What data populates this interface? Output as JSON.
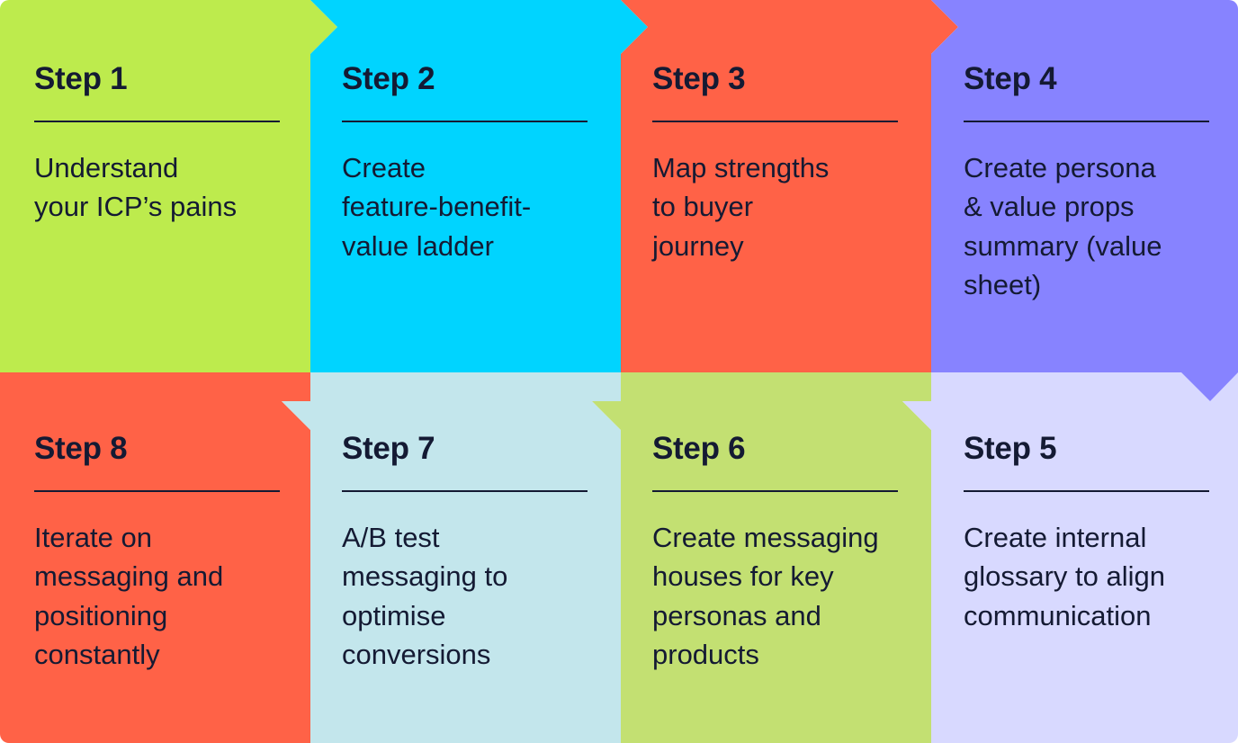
{
  "steps": [
    {
      "title": "Step 1",
      "description": "Understand\nyour ICP’s pains",
      "color": "#bdeb4d"
    },
    {
      "title": "Step 2",
      "description": "Create\nfeature-benefit-\nvalue ladder",
      "color": "#00d4ff"
    },
    {
      "title": "Step 3",
      "description": "Map strengths\nto buyer\njourney",
      "color": "#ff6247"
    },
    {
      "title": "Step 4",
      "description": "Create persona\n& value props\nsummary (value\nsheet)",
      "color": "#8783ff"
    },
    {
      "title": "Step 5",
      "description": "Create internal\nglossary to align\ncommunication",
      "color": "#d8d9ff"
    },
    {
      "title": "Step 6",
      "description": "Create messaging\nhouses for key\npersonas and\nproducts",
      "color": "#c3e072"
    },
    {
      "title": "Step 7",
      "description": "A/B test\nmessaging to\noptimise\nconversions",
      "color": "#c3e6ec"
    },
    {
      "title": "Step 8",
      "description": "Iterate on\nmessaging and\npositioning\nconstantly",
      "color": "#ff6247"
    }
  ]
}
